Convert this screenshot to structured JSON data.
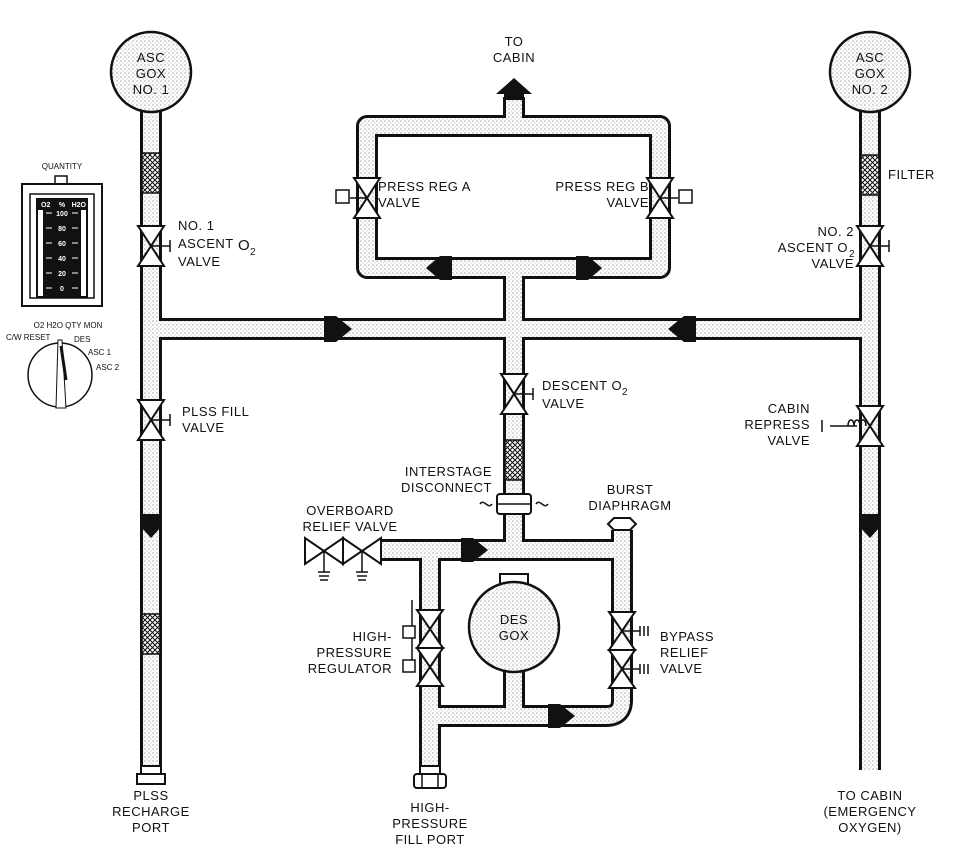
{
  "labels": {
    "gox1": [
      "ASC",
      "GOX",
      "NO. 1"
    ],
    "gox2": [
      "ASC",
      "GOX",
      "NO. 2"
    ],
    "to_cabin_top": [
      "TO",
      "CABIN"
    ],
    "press_reg_a": [
      "PRESS REG A",
      "VALVE"
    ],
    "press_reg_b": [
      "PRESS REG B",
      "VALVE"
    ],
    "no1_ascent": [
      "NO. 1",
      "ASCENT",
      "VALVE"
    ],
    "o2_sym": "O",
    "o2_sub": "2",
    "no2_ascent": [
      "NO. 2",
      "ASCENT O",
      "VALVE"
    ],
    "filter": "FILTER",
    "plss_fill": [
      "PLSS FILL",
      "VALVE"
    ],
    "descent_o2": [
      "DESCENT O",
      "VALVE"
    ],
    "cabin_repress": [
      "CABIN",
      "REPRESS",
      "VALVE"
    ],
    "interstage": [
      "INTERSTAGE",
      "DISCONNECT"
    ],
    "burst": [
      "BURST",
      "DIAPHRAGM"
    ],
    "overboard": [
      "OVERBOARD",
      "RELIEF  VALVE"
    ],
    "high_reg": [
      "HIGH-",
      "PRESSURE",
      "REGULATOR"
    ],
    "des_gox": [
      "DES",
      "GOX"
    ],
    "bypass": [
      "BYPASS",
      "RELIEF",
      "VALVE"
    ],
    "plss_port": [
      "PLSS",
      "RECHARGE",
      "PORT"
    ],
    "high_fill": [
      "HIGH-",
      "PRESSURE",
      "FILL PORT"
    ],
    "to_cabin_emerg": [
      "TO CABIN",
      "(EMERGENCY",
      "OXYGEN)"
    ]
  },
  "gauge": {
    "title": "QUANTITY",
    "left_head": "O2",
    "mid_head": "%",
    "right_head": "H2O",
    "ticks": [
      "100",
      "80",
      "60",
      "40",
      "20",
      "0"
    ]
  },
  "selector": {
    "title": "O2 H2O QTY MON",
    "reset": "C/W RESET",
    "des": "DES",
    "asc1": "ASC 1",
    "asc2": "ASC 2"
  }
}
